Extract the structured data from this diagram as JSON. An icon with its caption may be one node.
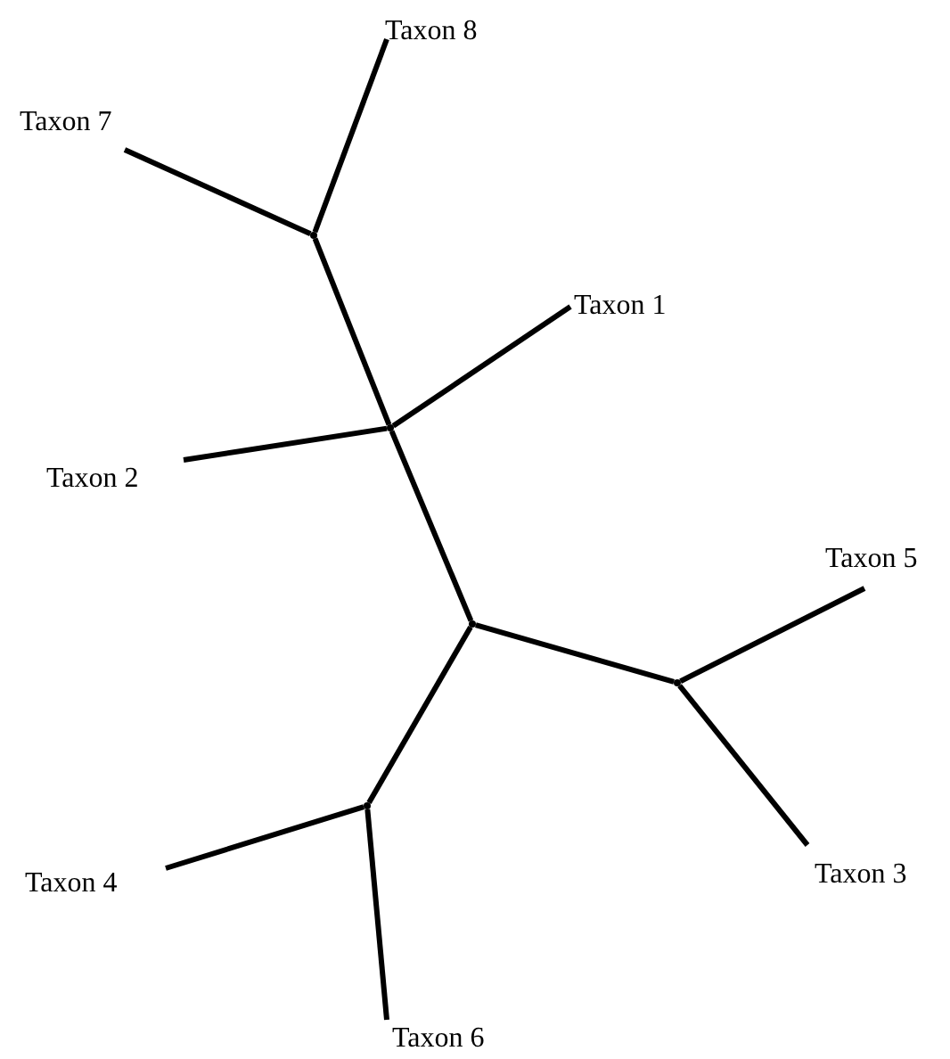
{
  "diagram": {
    "nodes": [
      {
        "text": [
          "Taxon 8"
        ]
      },
      {
        "text": [
          "Taxon 7"
        ]
      },
      {
        "text": [],
        "shape": "point"
      },
      {
        "text": [
          "Taxon 1"
        ]
      },
      {
        "text": [],
        "shape": "point"
      },
      {
        "text": [
          "Taxon 2"
        ]
      },
      {
        "text": [],
        "shape": "point"
      },
      {
        "text": [
          "Taxon 5"
        ]
      },
      {
        "text": [],
        "shape": "point"
      },
      {
        "text": [],
        "shape": "point"
      },
      {
        "text": [
          "Taxon 3"
        ]
      },
      {
        "text": [
          "Taxon 4"
        ]
      },
      {
        "text": [
          "Taxon 6"
        ]
      }
    ],
    "edges": [
      {
        "from": 2,
        "to": 0,
        "arrow": "none"
      },
      {
        "from": 2,
        "to": 1,
        "arrow": "none"
      },
      {
        "from": 2,
        "to": 4,
        "arrow": "none"
      },
      {
        "from": 4,
        "to": 3,
        "arrow": "none"
      },
      {
        "from": 4,
        "to": 5,
        "arrow": "none"
      },
      {
        "from": 4,
        "to": 6,
        "arrow": "none"
      },
      {
        "from": 6,
        "to": 8,
        "arrow": "none"
      },
      {
        "from": 6,
        "to": 9,
        "arrow": "none"
      },
      {
        "from": 8,
        "to": 7,
        "arrow": "none"
      },
      {
        "from": 8,
        "to": 10,
        "arrow": "none"
      },
      {
        "from": 9,
        "to": 11,
        "arrow": "none"
      },
      {
        "from": 9,
        "to": 12,
        "arrow": "none"
      }
    ]
  }
}
